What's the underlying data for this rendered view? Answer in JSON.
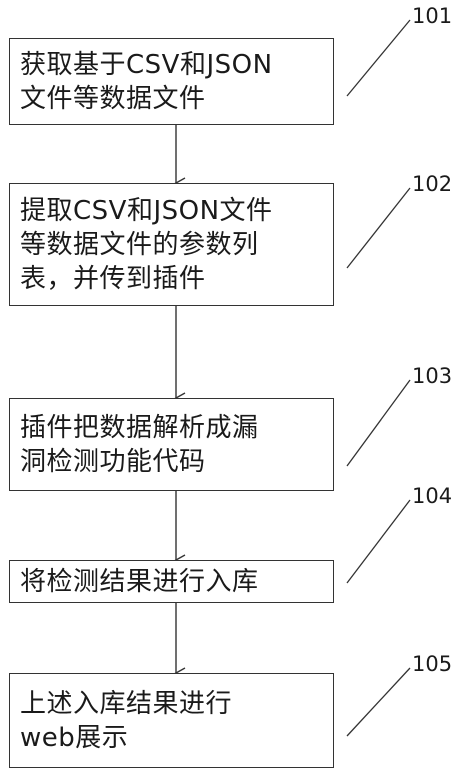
{
  "steps": [
    {
      "id": "101",
      "lines": [
        "获取基于CSV和JSON",
        "文件等数据文件"
      ]
    },
    {
      "id": "102",
      "lines": [
        "提取CSV和JSON文件",
        "等数据文件的参数列",
        "表，并传到插件"
      ]
    },
    {
      "id": "103",
      "lines": [
        "插件把数据解析成漏",
        "洞检测功能代码"
      ]
    },
    {
      "id": "104",
      "lines": [
        "将检测结果进行入库"
      ]
    },
    {
      "id": "105",
      "lines": [
        "上述入库结果进行",
        "web展示"
      ]
    }
  ],
  "colors": {
    "stroke": "#333333",
    "text": "#1a1a1a",
    "background": "#ffffff"
  }
}
